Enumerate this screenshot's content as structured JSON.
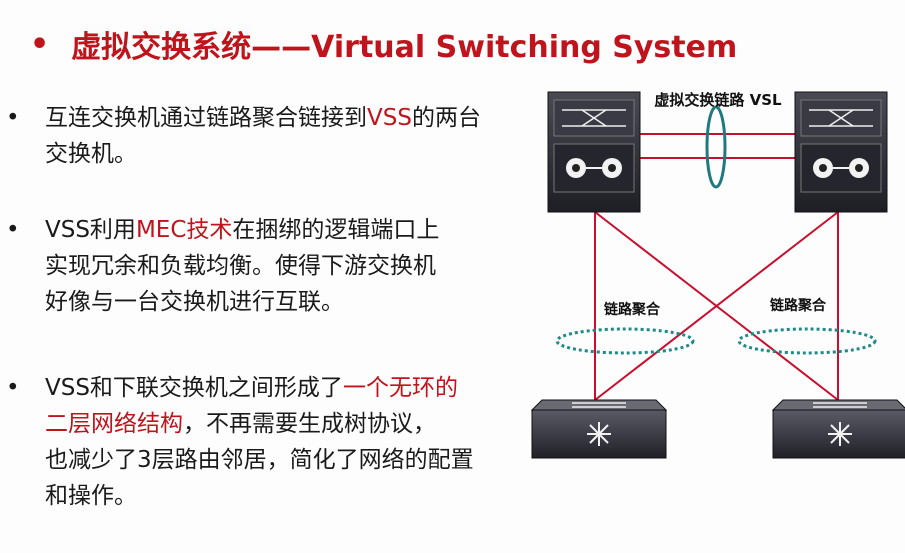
{
  "title": {
    "bullet": "•",
    "text": "虚拟交换系统——Virtual Switching System"
  },
  "bullets": [
    {
      "mark": "•",
      "parts": [
        {
          "text": "互连交换机通过链路聚合链接到",
          "highlight": false
        },
        {
          "text": "VSS",
          "highlight": true
        },
        {
          "text": "的两台",
          "highlight": false
        },
        {
          "text": "\n交换机。",
          "highlight": false
        }
      ]
    },
    {
      "mark": "•",
      "parts": [
        {
          "text": "VSS利用",
          "highlight": false
        },
        {
          "text": "MEC技术",
          "highlight": true
        },
        {
          "text": "在捆绑的逻辑端口上\n实现冗余和负载均衡。使得下游交换机\n好像与一台交换机进行互联。",
          "highlight": false
        }
      ]
    },
    {
      "mark": "•",
      "parts": [
        {
          "text": "VSS和下联交换机之间形成了",
          "highlight": false
        },
        {
          "text": "一个无环的\n二层网络结构",
          "highlight": true
        },
        {
          "text": "，不再需要生成树协议，\n也减少了3层路由邻居，简化了网络的配置\n和操作。",
          "highlight": false
        }
      ]
    }
  ],
  "diagram": {
    "vsl_label": "虚拟交换链路 VSL",
    "lag_label_left": "链路聚合",
    "lag_label_right": "链路聚合",
    "colors": {
      "link": "#c8102e",
      "vsl_ellipse": "#1f7a80",
      "lag_ellipse": "#1f8a8a",
      "chassis": "#2b2b33"
    }
  }
}
